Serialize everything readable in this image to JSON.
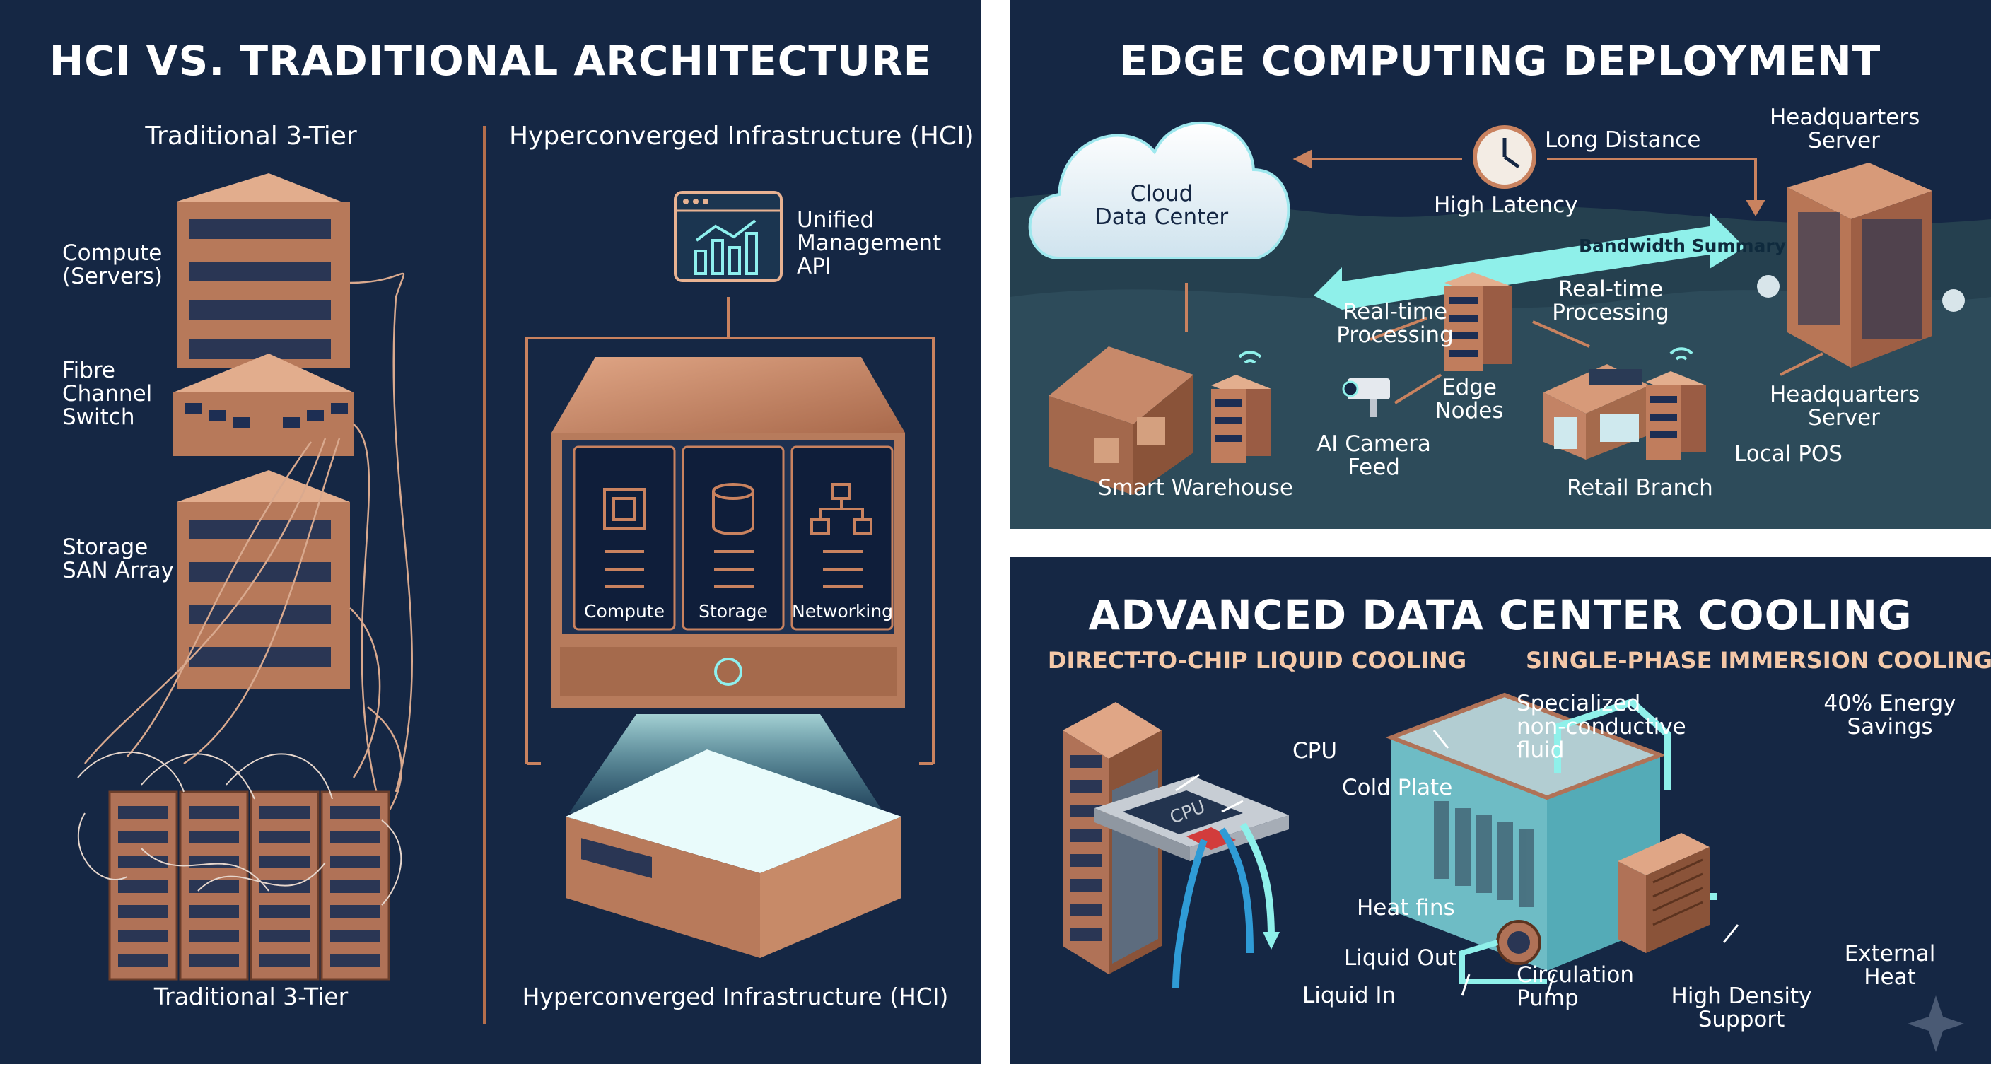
{
  "hci_panel": {
    "title": "HCI VS. TRADITIONAL ARCHITECTURE",
    "left_heading": "Traditional 3-Tier",
    "right_heading": "Hyperconverged Infrastructure (HCI)",
    "compute_label": "Compute\n(Servers)",
    "switch_label": "Fibre\nChannel\nSwitch",
    "storage_label": "Storage\nSAN Array",
    "left_caption": "Traditional 3-Tier",
    "mgmt_label": "Unified\nManagement\nAPI",
    "module_labels": [
      "Compute",
      "Storage",
      "Networking"
    ],
    "right_caption": "Hyperconverged Infrastructure (HCI)"
  },
  "edge_panel": {
    "title": "EDGE COMPUTING DEPLOYMENT",
    "cloud_label": "Cloud\nData Center",
    "long_distance": "Long Distance",
    "high_latency": "High Latency",
    "hq_server_top": "Headquarters\nServer",
    "bandwidth": "Bandwidth Summary",
    "realtime_left": "Real-time\nProcessing",
    "realtime_right": "Real-time\nProcessing",
    "edge_nodes": "Edge\nNodes",
    "ai_camera": "AI Camera\nFeed",
    "smart_warehouse": "Smart Warehouse",
    "retail_branch": "Retail Branch",
    "local_pos": "Local POS",
    "hq_server_bottom": "Headquarters\nServer"
  },
  "cooling_panel": {
    "title": "ADVANCED DATA CENTER COOLING",
    "left_sub": "DIRECT-TO-CHIP LIQUID COOLING",
    "right_sub": "SINGLE-PHASE IMMERSION COOLING",
    "cpu": "CPU",
    "cpu_chip": "CPU",
    "cold_plate": "Cold Plate",
    "heat_fins": "Heat fins",
    "liquid_out": "Liquid Out",
    "liquid_in": "Liquid In",
    "fluid": "Specialized\nnon-conductive\nfluid",
    "energy": "40% Energy\nSavings",
    "pump": "Circulation\nPump",
    "density": "High Density\nSupport",
    "external_heat": "External\nHeat"
  },
  "colors": {
    "panel_bg": "#152744",
    "copper": "#c98a69",
    "copper_dark": "#8a5339",
    "accent_cyan": "#7fe3e0",
    "line": "#c9825f"
  }
}
